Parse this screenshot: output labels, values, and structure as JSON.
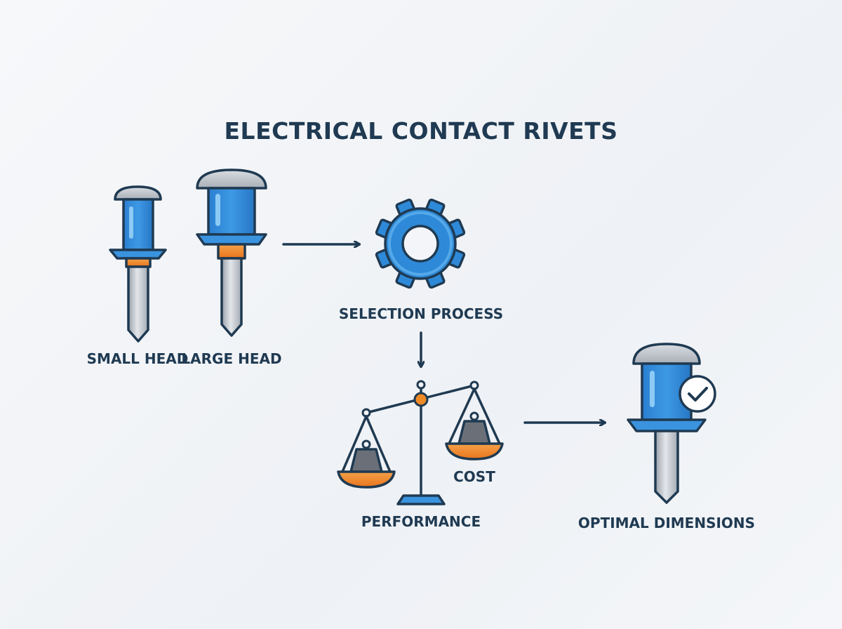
{
  "title": "ELECTRICAL CONTACT RIVETS",
  "labels": {
    "small_head": "SMALL HEAD",
    "large_head": "LARGE HEAD",
    "selection_process": "SELECTION PROCESS",
    "cost": "COST",
    "performance": "PERFORMANCE",
    "optimal_dimensions": "OPTIMAL DIMENSIONS"
  },
  "colors": {
    "ink": "#1f3a52",
    "blue": "#2e8ad8",
    "blue_light": "#5fb0ee",
    "orange": "#f08a24",
    "gray": "#b9bec6",
    "gray_dark": "#6b7078"
  },
  "icons": [
    "small-rivet-icon",
    "large-rivet-icon",
    "gear-icon",
    "balance-scale-icon",
    "optimal-rivet-icon",
    "checkmark-icon"
  ]
}
